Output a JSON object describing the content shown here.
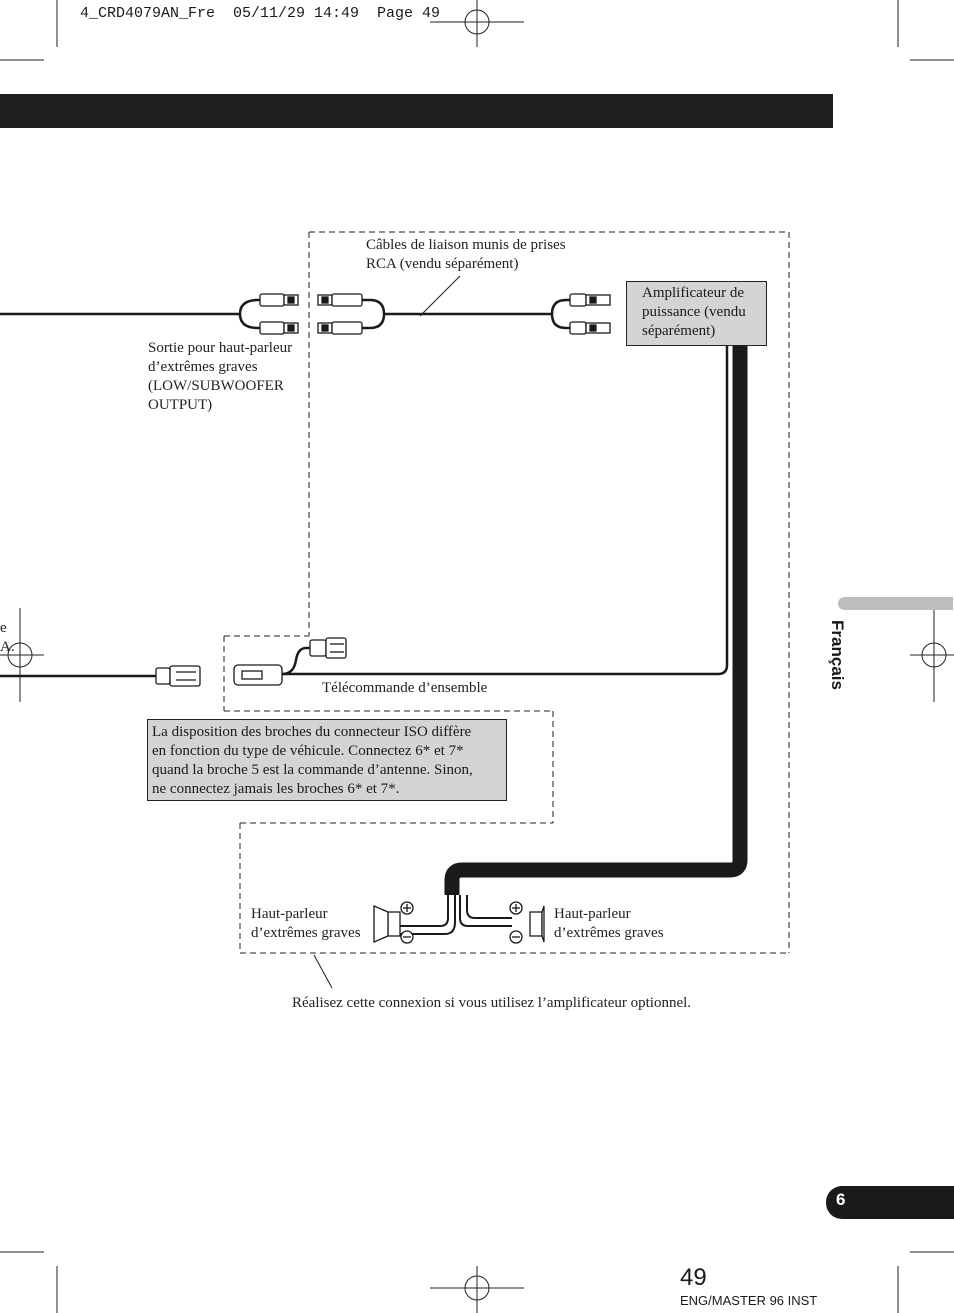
{
  "header": {
    "slug": "4_CRD4079AN_Fre  05/11/29 14:49  Page 49"
  },
  "labels": {
    "rca_cables": "Câbles de liaison munis de prises\nRCA (vendu séparément)",
    "amplifier": "Amplificateur de\npuissance (vendu\nséparément)",
    "sub_output": "Sortie pour haut-parleur\nd’extrêmes graves\n(LOW/SUBWOOFER\nOUTPUT)",
    "left_cut_1": "e",
    "left_cut_2": "A.",
    "remote": "Télécommande d’ensemble",
    "iso_note": "La disposition des broches du connecteur ISO diffère\nen fonction du type de véhicule. Connectez 6* et 7*\nquand la broche 5 est la commande d’antenne. Sinon,\nne connectez jamais les broches 6* et 7*.",
    "sub_left": "Haut-parleur\nd’extrêmes graves",
    "sub_right": "Haut-parleur\nd’extrêmes graves",
    "optional_note": "Réalisez cette connexion si vous utilisez l’amplificateur optionnel."
  },
  "sidebar": {
    "language": "Français",
    "chapter": "6"
  },
  "footer": {
    "page_number": "49",
    "master": "ENG/MASTER 96 INST"
  },
  "colors": {
    "box_fill": "#d4d4d4",
    "ink": "#1a1a1a",
    "tab_grey": "#bdbdbd"
  }
}
